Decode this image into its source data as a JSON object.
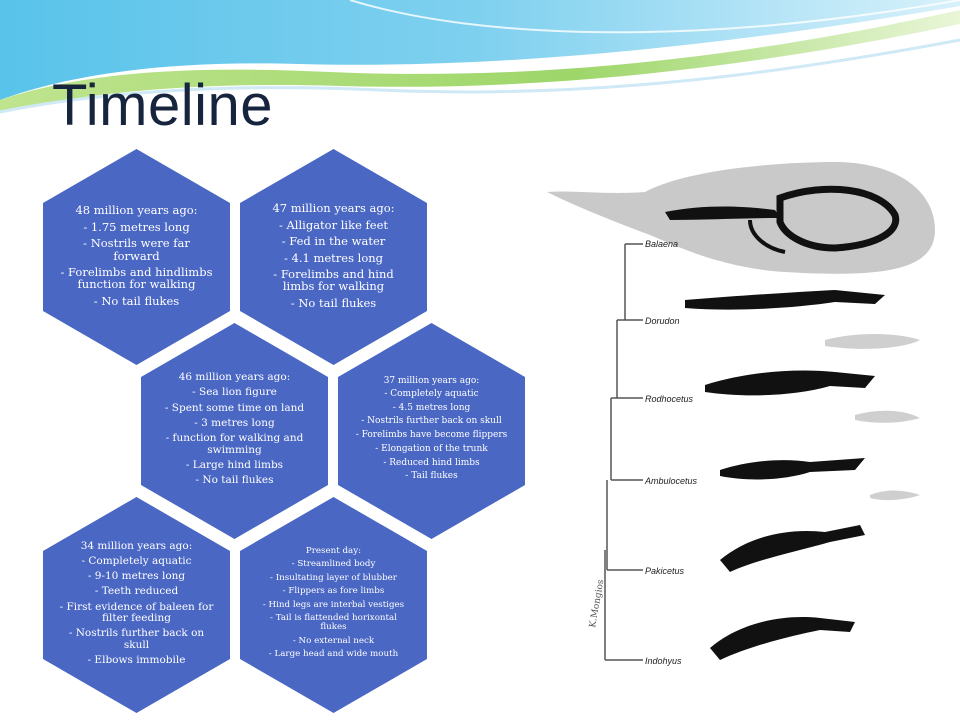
{
  "slide": {
    "title": "Timeline"
  },
  "hexagons": [
    {
      "heading": "48 million years ago:",
      "lines": [
        "- 1.75 metres long",
        "- Nostrils were far forward",
        "- Forelimbs and hindlimbs function for walking",
        "- No tail flukes"
      ]
    },
    {
      "heading": "47 million years ago:",
      "lines": [
        "- Alligator like feet",
        "- Fed in the water",
        "- 4.1 metres long",
        "- Forelimbs and hind limbs  for walking",
        "- No tail flukes"
      ]
    },
    {
      "heading": "46 million years ago:",
      "lines": [
        "- Sea lion figure",
        "- Spent some time on land",
        "- 3 metres long",
        "- function for walking and swimming",
        "- Large hind limbs",
        "- No tail flukes"
      ]
    },
    {
      "heading": "37 million years ago:",
      "lines": [
        "- Completely aquatic",
        "- 4.5 metres long",
        "- Nostrils further back on skull",
        "- Forelimbs have become flippers",
        "- Elongation of the trunk",
        "- Reduced hind limbs",
        "- Tail flukes"
      ]
    },
    {
      "heading": "34 million years ago:",
      "lines": [
        "- Completely aquatic",
        "- 9-10 metres long",
        "- Teeth reduced",
        "- First evidence of baleen for filter feeding",
        "- Nostrils further back on skull",
        "- Elbows immobile"
      ]
    },
    {
      "heading": "Present day:",
      "lines": [
        "- Streamlined body",
        "- Insultating layer of blubber",
        "- Flippers as fore limbs",
        "- Hind legs are interbal vestiges",
        "- Tail is flattended horixontal flukes",
        "- No external neck",
        "- Large head and wide mouth"
      ]
    }
  ],
  "figure": {
    "species": [
      "Balaena",
      "Dorudon",
      "Rodhocetus",
      "Ambulocetus",
      "Pakicetus",
      "Indohyus"
    ],
    "signature": "K.Mongios"
  },
  "colors": {
    "hexagon_fill": "#4a67c4",
    "title_text": "#17243d",
    "wave_blue": "#5cc0e8",
    "wave_green": "#a8d86a"
  }
}
